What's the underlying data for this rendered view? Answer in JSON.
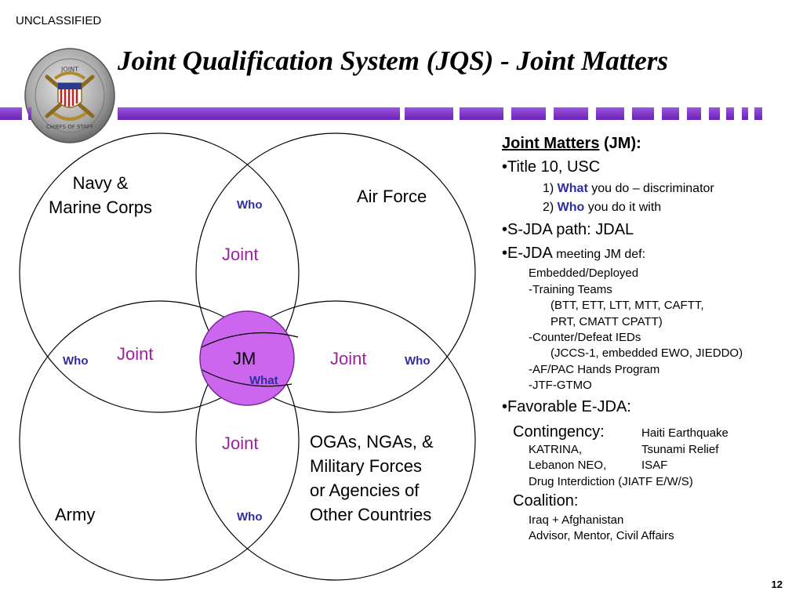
{
  "classification": "UNCLASSIFIED",
  "title": "Joint Qualification System (JQS)  -  Joint Matters",
  "seal": {
    "top_text": "JOINT",
    "bottom_text": "CHIEFS OF STAFF"
  },
  "colors": {
    "accent_bar": "#7b33cc",
    "center_fill": "#cc66ee",
    "joint_text": "#a020a0",
    "highlight_text": "#2e2e9e"
  },
  "venn": {
    "regions": {
      "navy": "Navy &\nMarine Corps",
      "airforce": "Air Force",
      "army": "Army",
      "others": "OGAs, NGAs, &\nMilitary Forces\nor Agencies of\nOther Countries"
    },
    "joint_label": "Joint",
    "who_label": "Who",
    "center": {
      "jm": "JM",
      "what": "What"
    }
  },
  "panel": {
    "heading_underlined": "Joint Matters",
    "heading_rest": " (JM):",
    "title10": "•Title 10, USC",
    "item1_num": "1) ",
    "item1_key": "What",
    "item1_rest": " you do – discriminator",
    "item2_num": "2) ",
    "item2_key": "Who",
    "item2_rest": " you do it with",
    "sjda": "•S-JDA path: JDAL",
    "ejda_big": "•E-JDA",
    "ejda_small": " meeting JM def:",
    "ejda_lines": [
      "Embedded/Deployed",
      "-Training Teams",
      "(BTT, ETT, LTT, MTT, CAFTT,",
      "PRT, CMATT CPATT)",
      "-Counter/Defeat IEDs",
      "(JCCS-1, embedded EWO, JIEDDO)",
      "-AF/PAC Hands Program",
      "-JTF-GTMO"
    ],
    "favorable": "•Favorable E-JDA:",
    "contingency_label": "Contingency:",
    "contingency_items": [
      "Haiti Earthquake",
      "KATRINA,",
      "Tsunami Relief",
      "Lebanon NEO,",
      "ISAF",
      "Drug Interdiction (JIATF E/W/S)"
    ],
    "coalition_label": "Coalition:",
    "coalition_items": [
      "Iraq + Afghanistan",
      "Advisor, Mentor, Civil Affairs"
    ]
  },
  "page_number": "12"
}
